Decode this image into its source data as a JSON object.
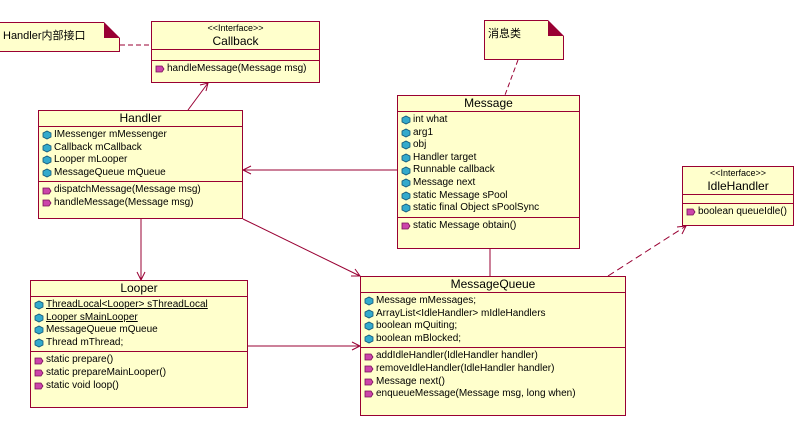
{
  "notes": {
    "handler_note": "Handler内部接口",
    "message_note": "消息类"
  },
  "callback": {
    "stereotype": "<<Interface>>",
    "name": "Callback",
    "methods": [
      "handleMessage(Message msg)"
    ]
  },
  "handler": {
    "name": "Handler",
    "attributes": [
      "IMessenger mMessenger",
      "Callback mCallback",
      "Looper mLooper",
      "MessageQueue mQueue"
    ],
    "methods": [
      "dispatchMessage(Message msg)",
      "handleMessage(Message msg)"
    ]
  },
  "message": {
    "name": "Message",
    "attributes": [
      "int what",
      "arg1",
      "obj",
      "Handler target",
      "Runnable callback",
      "Message next",
      "static Message sPool",
      "static final Object sPoolSync"
    ],
    "methods": [
      "static Message obtain()"
    ]
  },
  "idle_handler": {
    "stereotype": "<<Interface>>",
    "name": "IdleHandler",
    "methods": [
      "boolean queueIdle()"
    ]
  },
  "looper": {
    "name": "Looper",
    "attributes": [
      "ThreadLocal<Looper> sThreadLocal",
      "Looper sMainLooper",
      "MessageQueue mQueue",
      "Thread mThread;"
    ],
    "methods": [
      "static prepare()",
      "static prepareMainLooper()",
      "static void loop()"
    ]
  },
  "message_queue": {
    "name": "MessageQueue",
    "attributes": [
      "Message mMessages;",
      "ArrayList<IdleHandler> mIdleHandlers",
      "boolean mQuiting;",
      "boolean mBlocked;"
    ],
    "methods": [
      "addIdleHandler(IdleHandler handler)",
      "removeIdleHandler(IdleHandler handler)",
      "Message next()",
      "enqueueMessage(Message msg, long when)"
    ]
  },
  "colors": {
    "box_fill": "#ffffcc",
    "border": "#990033",
    "arrow": "#990033"
  }
}
